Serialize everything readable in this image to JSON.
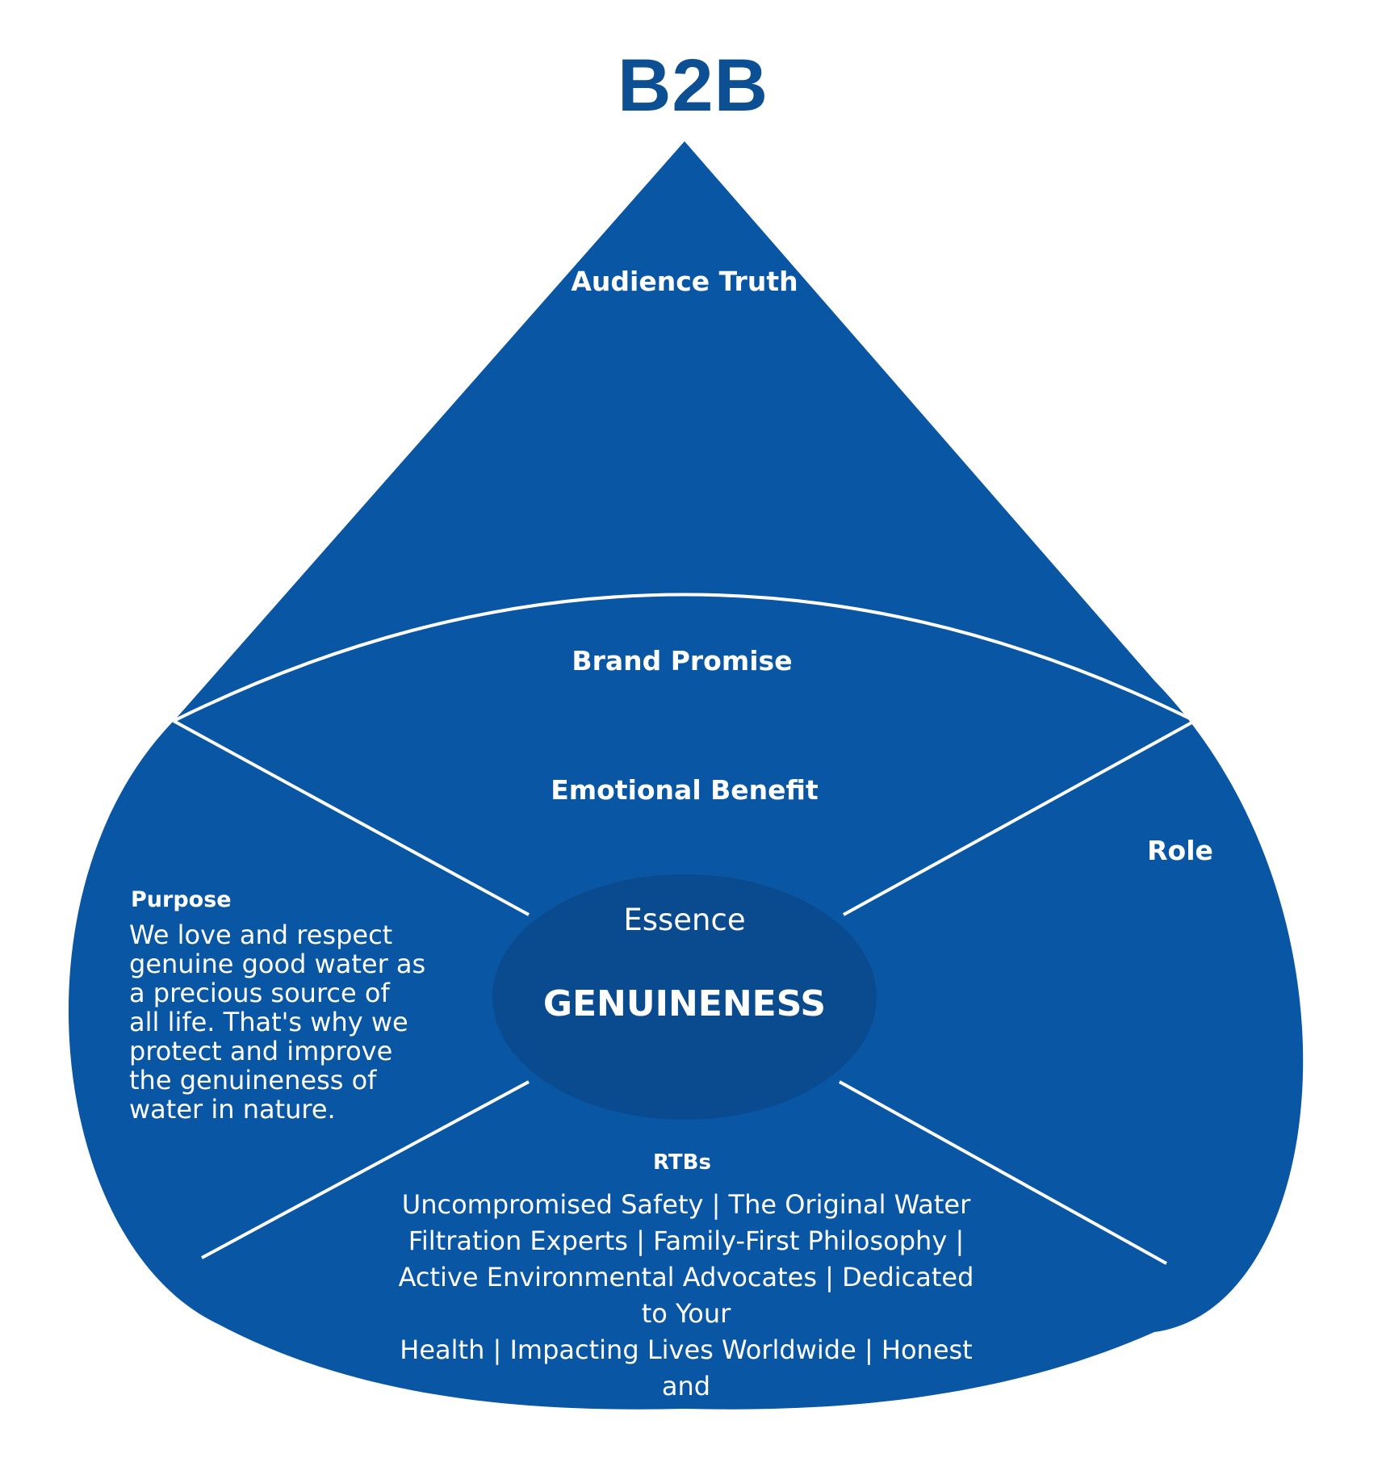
{
  "title": "B2B",
  "colors": {
    "drop": "#0956a4",
    "essence": "#0a4b8f",
    "lines": "#ffffff",
    "title": "#0c4f93"
  },
  "sections": {
    "audience_truth": "Audience Truth",
    "brand_promise": "Brand Promise",
    "emotional_benefit": "Emotional Benefit",
    "role": "Role",
    "purpose_label": "Purpose",
    "purpose_body": "We love and respect genuine good water as a precious source of all life. That's why we protect and improve the genuineness of water in nature.",
    "essence_label": "Essence",
    "essence_value": "GENUINENESS",
    "rtbs_label": "RTBs",
    "rtbs_lines": [
      "Uncompromised Safety | The Original Water",
      "Filtration Experts | Family-First Philosophy |",
      "Active Environmental Advocates | Dedicated",
      "to Your",
      "Health | Impacting Lives Worldwide | Honest",
      "and"
    ]
  }
}
